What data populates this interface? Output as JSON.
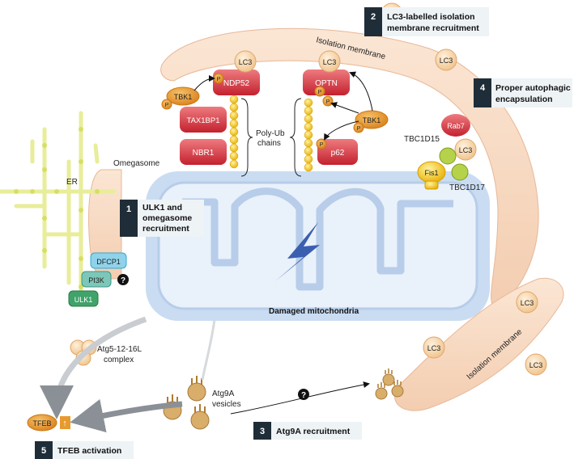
{
  "steps": [
    {
      "num": "1",
      "lines": [
        "ULK1 and",
        "omegasome",
        "recruitment"
      ]
    },
    {
      "num": "2",
      "lines": [
        "LC3-labelled isolation",
        "membrane recruitment"
      ]
    },
    {
      "num": "3",
      "lines": [
        "Atg9A recruitment"
      ]
    },
    {
      "num": "4",
      "lines": [
        "Proper autophagic",
        "encapsulation"
      ]
    },
    {
      "num": "5",
      "lines": [
        "TFEB activation"
      ]
    }
  ],
  "labels": {
    "isolation_membrane_top": "Isolation membrane",
    "isolation_membrane_bottom": "Isolation membrane",
    "omegasome": "Omegasome",
    "er": "ER",
    "polyub_1": "Poly-Ub",
    "polyub_2": "chains",
    "damaged_mito": "Damaged mitochondria",
    "atg5_1": "Atg5-12-16L",
    "atg5_2": "complex",
    "atg9a_1": "Atg9A",
    "atg9a_2": "vesicles",
    "tbc1d15": "TBC1D15",
    "tbc1d17": "TBC1D17",
    "question": "?"
  },
  "proteins": {
    "lc3": "LC3",
    "ndp52": "NDP52",
    "optn": "OPTN",
    "tbk1": "TBK1",
    "tax1bp1": "TAX1BP1",
    "nbr1": "NBR1",
    "p62": "p62",
    "p": "P",
    "rab7": "Rab7",
    "fis1": "Fis1",
    "dfcp1": "DFCP1",
    "pi3k": "PI3K",
    "ulk1": "ULK1",
    "tfeb": "TFEB",
    "tfeb_arrow": "↑"
  },
  "colors": {
    "mito_outer": "#c9dcf2",
    "mito_inner": "#e9f1fb",
    "membrane": "#f8dcc6",
    "lc3": "#f6d3a8",
    "red_protein": "#d93a45",
    "orange": "#e79a2d",
    "yellow_chain": "#f5c518",
    "dark_step": "#1f2d38",
    "green": "#9ac53a"
  }
}
